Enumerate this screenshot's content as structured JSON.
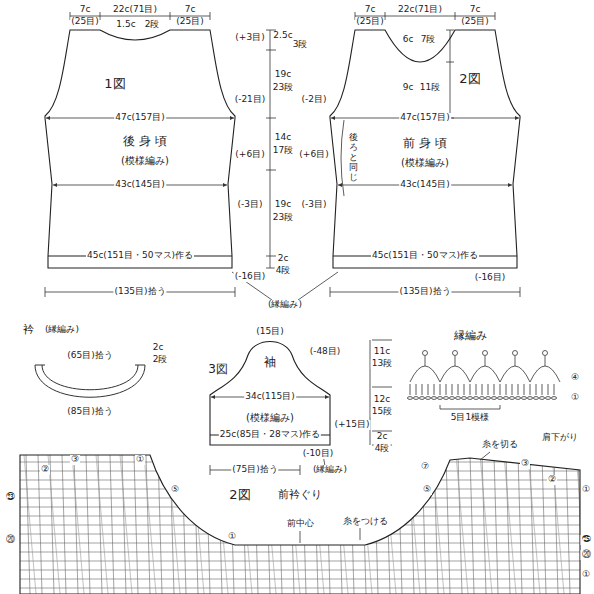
{
  "diagram": {
    "nodes": [
      {
        "text": [
          "1図",
          "後 身 頃",
          "(模様編み)"
        ]
      },
      {
        "text": [
          "2図",
          "前 身 頃",
          "(模様編み)"
        ]
      },
      {
        "text": [
          "袖",
          "3図",
          "(模様編み)"
        ]
      }
    ],
    "labels": [
      "7c",
      "(25目)",
      "22c(71目)",
      "7c",
      "(25目)",
      "1.5c",
      "2段",
      "(+3目)",
      "(-21目)",
      "47c(157目)",
      "(+6目)",
      "43c(145目)",
      "(-3目)",
      "45c(151目・50マス)作る",
      "(-16目)",
      "(135目)拾う",
      "2.5c",
      "3段",
      "19c",
      "23段",
      "14c",
      "17段",
      "19c",
      "23段",
      "2c",
      "4段",
      "(縁編み)",
      "7c",
      "(25目)",
      "22c(71目)",
      "7c",
      "(25目)",
      "6c",
      "7段",
      "9c",
      "11段",
      "(-2目)",
      "47c(157目)",
      "(+6目)",
      "後ろと同じ",
      "43c(145目)",
      "(-3目)",
      "45c(151目・50マス)作る",
      "(-16目)",
      "(135目)拾う",
      "衿",
      "(縁編み)",
      "(65目)拾う",
      "2c",
      "2段",
      "(85目)拾う",
      "(15目)",
      "(-48目)",
      "34c(115目)",
      "(+15目)",
      "25c(85目・28マス)作る",
      "(-10目)",
      "(75目)拾う",
      "(縁編み)",
      "11c",
      "13段",
      "12c",
      "15段",
      "2c",
      "4段",
      "縁編み",
      "④",
      "①",
      "5目1模様",
      "②",
      "③",
      "①",
      "⑤",
      "㉓",
      "⑳",
      "①",
      "2図",
      "前衿ぐり",
      "前中心",
      "糸をつける",
      "⑦",
      "糸を切る",
      "③",
      "肩下がり",
      "②",
      "⑤",
      "①",
      "㉕",
      "⑳",
      "①"
    ]
  }
}
